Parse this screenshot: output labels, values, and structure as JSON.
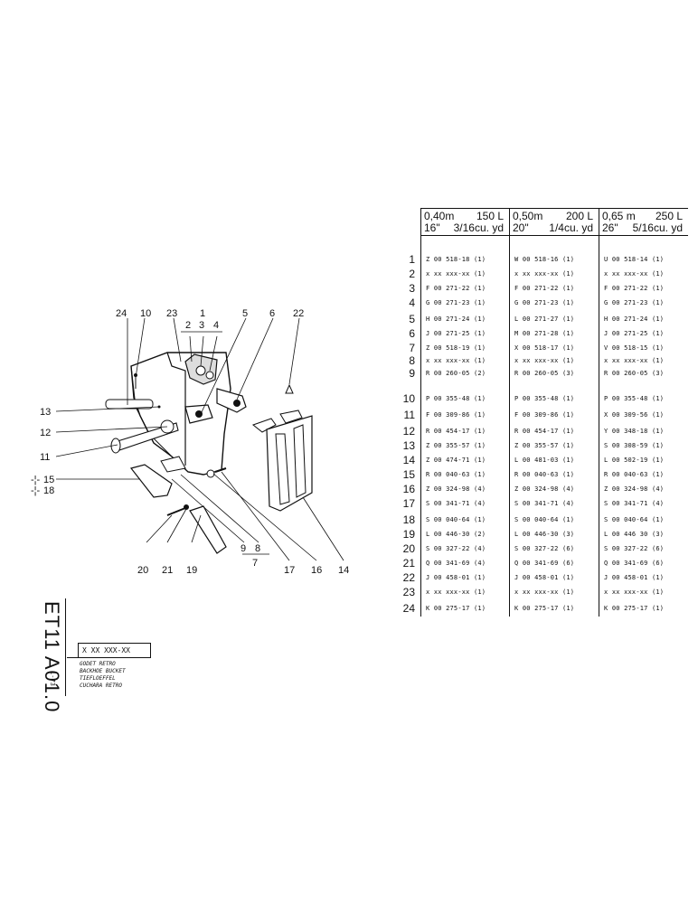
{
  "header": {
    "col1": {
      "l1": "0,40m",
      "r1": "150 L",
      "l2": "16\"",
      "r2": "3/16cu. yd"
    },
    "col2": {
      "l1": "0,50m",
      "r1": "200 L",
      "l2": "20\"",
      "r2": "1/4cu. yd"
    },
    "col3": {
      "l1": "0,65 m",
      "r1": "250 L",
      "l2": "26\"",
      "r2": "5/16cu. yd"
    }
  },
  "rows": [
    {
      "n": "1",
      "a": "Z 00 518-18  (1)",
      "b": "W 00 518-16  (1)",
      "c": "U 00 518-14  (1)"
    },
    {
      "n": "2",
      "a": "x xx xxx-xx  (1)",
      "b": "x xx xxx-xx  (1)",
      "c": "x xx xxx-xx  (1)"
    },
    {
      "n": "3",
      "a": "F 00 271-22  (1)",
      "b": "F 00 271-22  (1)",
      "c": "F 00 271-22  (1)"
    },
    {
      "n": "4",
      "a": "G 00 271-23  (1)",
      "b": "G 00 271-23  (1)",
      "c": "G 00 271-23  (1)"
    },
    {
      "n": "5",
      "a": "H 00 271-24  (1)",
      "b": "L 00 271-27  (1)",
      "c": "H 00 271-24  (1)"
    },
    {
      "n": "6",
      "a": "J 00 271-25  (1)",
      "b": "M 00 271-28  (1)",
      "c": "J 00 271-25  (1)"
    },
    {
      "n": "7",
      "a": "Z 00 518-19  (1)",
      "b": "X 00 518-17  (1)",
      "c": "V 00 518-15  (1)"
    },
    {
      "n": "8",
      "a": "x xx xxx-xx  (1)",
      "b": "x xx xxx-xx  (1)",
      "c": "x xx xxx-xx  (1)"
    },
    {
      "n": "9",
      "a": "R 00 260-05  (2)",
      "b": "R 00 260-05  (3)",
      "c": "R 00 260-05  (3)"
    },
    {
      "n": "10",
      "a": "P 00 355-48  (1)",
      "b": "P 00 355-48  (1)",
      "c": "P 00 355-48  (1)"
    },
    {
      "n": "11",
      "a": "F 00 309-86  (1)",
      "b": "F 00 309-86  (1)",
      "c": "X 00 309-56  (1)"
    },
    {
      "n": "12",
      "a": "R 00 454-17  (1)",
      "b": "R 00 454-17  (1)",
      "c": "Y 00 348-18  (1)"
    },
    {
      "n": "13",
      "a": "Z 00 355-57  (1)",
      "b": "Z 00 355-57  (1)",
      "c": "S 00 308-59  (1)"
    },
    {
      "n": "14",
      "a": "Z 00 474-71  (1)",
      "b": "L 00 481-03  (1)",
      "c": "L 00 502-19  (1)"
    },
    {
      "n": "15",
      "a": "R 00 040-63  (1)",
      "b": "R 00 040-63  (1)",
      "c": "R 00 040-63  (1)"
    },
    {
      "n": "16",
      "a": "Z 00 324-98  (4)",
      "b": "Z 00 324-98  (4)",
      "c": "Z 00 324-98  (4)"
    },
    {
      "n": "17",
      "a": "S 00 341-71  (4)",
      "b": "S 00 341-71  (4)",
      "c": "S 00 341-71  (4)"
    },
    {
      "n": "18",
      "a": "S 00 040-64  (1)",
      "b": "S 00 040-64  (1)",
      "c": "S 00 040-64  (1)"
    },
    {
      "n": "19",
      "a": "L 00 446-30  (2)",
      "b": "L 00 446-30  (3)",
      "c": "L 00 446 30  (3)"
    },
    {
      "n": "20",
      "a": "S 00 327-22  (4)",
      "b": "S 00 327-22  (6)",
      "c": "S 00 327-22  (6)"
    },
    {
      "n": "21",
      "a": "Q 00 341-69  (4)",
      "b": "Q 00 341-69  (6)",
      "c": "Q 00 341-69  (6)"
    },
    {
      "n": "22",
      "a": "J 00 458-01  (1)",
      "b": "J 00 458-01  (1)",
      "c": "J 00 458-01  (1)"
    },
    {
      "n": "23",
      "a": "x xx xxx-xx  (1)",
      "b": "x xx xxx-xx  (1)",
      "c": "x xx xxx-xx  (1)"
    },
    {
      "n": "24",
      "a": "K 00 275-17  (1)",
      "b": "K 00 275-17  (1)",
      "c": "K 00 275-17  (1)"
    }
  ],
  "diagram_labels": {
    "l24": "24",
    "l10": "10",
    "l23": "23",
    "l1": "1",
    "l2": "2",
    "l3": "3",
    "l4": "4",
    "l5": "5",
    "l6": "6",
    "l22": "22",
    "l13": "13",
    "l12": "12",
    "l11": "11",
    "l15": "15",
    "l18": "18",
    "l20": "20",
    "l21": "21",
    "l19": "19",
    "l9": "9",
    "l8": "8",
    "l7": "7",
    "l17": "17",
    "l16": "16",
    "l14": "14"
  },
  "code": "ET11 A01.0",
  "date": "1-73",
  "box_code": "X XX XXX-XX",
  "descriptions": [
    "GODET RETRO",
    "BACKHOE BUCKET",
    "TIEFLOEFFEL",
    "CUCHARA RETRO"
  ]
}
